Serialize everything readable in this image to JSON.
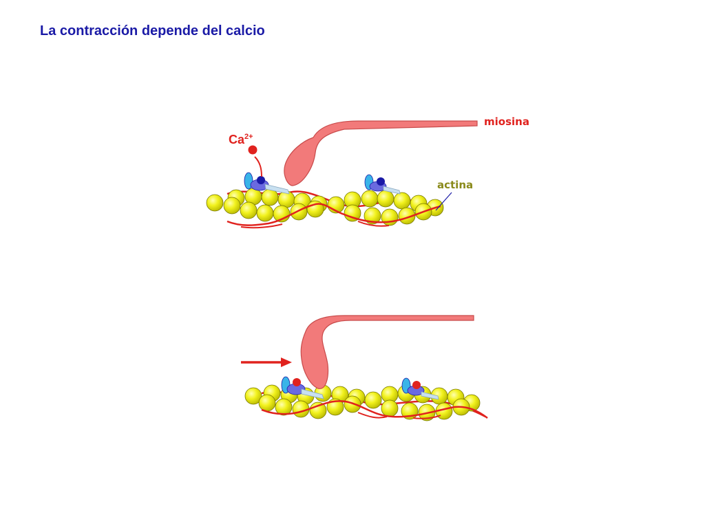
{
  "slide": {
    "title": "La contracción depende del calcio"
  },
  "labels": {
    "ca_base": "Ca",
    "ca_sup": "2+",
    "miosina": "miosina",
    "actina": "actina"
  },
  "colors": {
    "title": "#1a1aa6",
    "calcium": "#e0221e",
    "myosin_fill": "#f27a7a",
    "myosin_stroke": "#c84a4a",
    "actin_bead": "#f2f21e",
    "tropomyosin": "#e0221e",
    "troponin_light": "#39b4e8",
    "troponin_mid": "#6a6ae0",
    "troponin_dark": "#1a1aa6",
    "label_miosina": "#e0221e",
    "label_actina": "#8a8a1a"
  },
  "icons": {
    "arrow": "right-arrow-icon"
  }
}
